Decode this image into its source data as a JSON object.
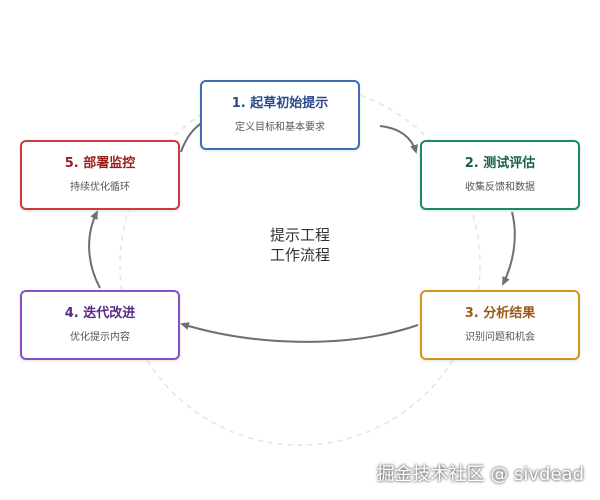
{
  "center": {
    "line1": "提示工程",
    "line2": "工作流程"
  },
  "steps": [
    {
      "title": "1. 起草初始提示",
      "desc": "定义目标和基本要求",
      "color": "#3e6db5"
    },
    {
      "title": "2. 测试评估",
      "desc": "收集反馈和数据",
      "color": "#1b8a6b"
    },
    {
      "title": "3. 分析结果",
      "desc": "识别问题和机会",
      "color": "#d4961a"
    },
    {
      "title": "4. 迭代改进",
      "desc": "优化提示内容",
      "color": "#8a4fc2"
    },
    {
      "title": "5. 部署监控",
      "desc": "持续优化循环",
      "color": "#cc3b3b"
    }
  ],
  "colors": {
    "arrow": "#6e6e78",
    "guide_circle": "#e4e4e4",
    "step1_title": "#2a4a8a",
    "step2_title": "#15614d",
    "step3_title": "#9a5a16",
    "step4_title": "#5a2a8a",
    "step5_title": "#9a1f1f"
  },
  "watermark": "掘金技术社区 @ sivdead"
}
